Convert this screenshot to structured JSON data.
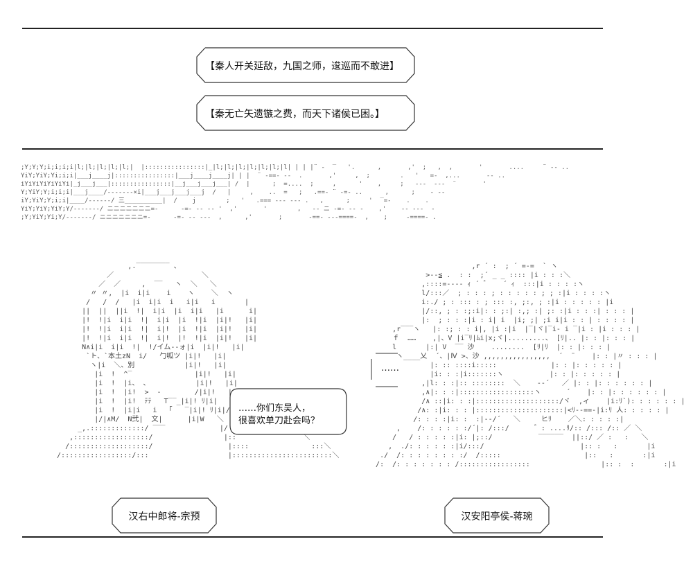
{
  "captions": [
    "【秦人开关延敌，九国之师，逡巡而不敢进】",
    "【秦无亡矢遗镞之费，而天下诸侯已困。】"
  ],
  "speech": {
    "line1": "……你们东吴人，",
    "line2": "很喜欢单刀赴会吗？"
  },
  "nameplates": {
    "left": "汉右中郎将-宗预",
    "right": "汉安阳亭侯-蒋琬"
  },
  "right_face_text": "……"
}
